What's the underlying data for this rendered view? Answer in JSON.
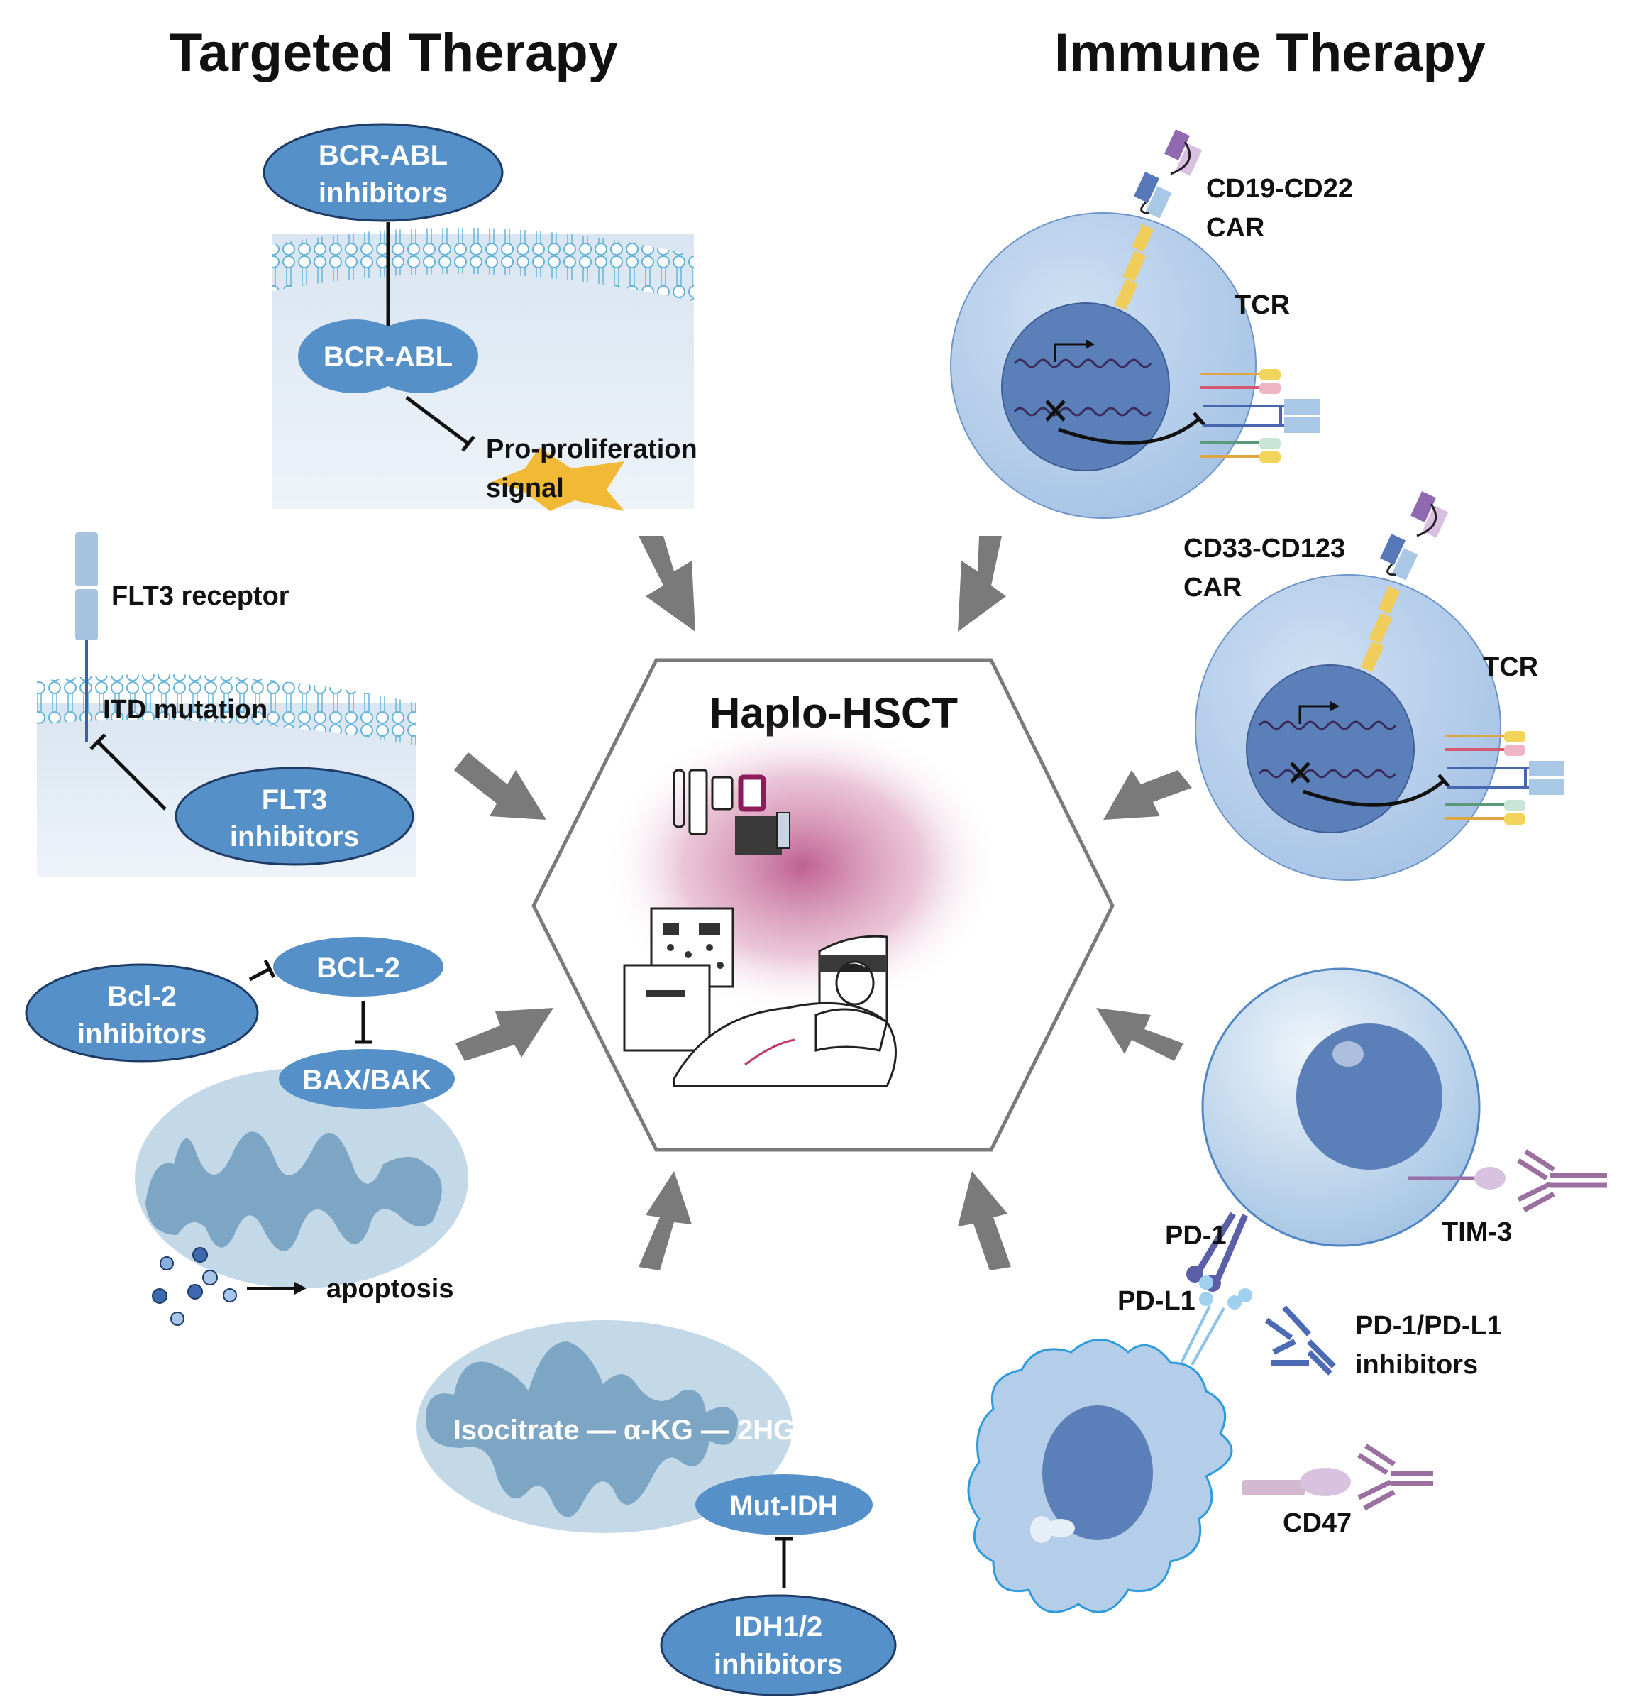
{
  "titles": {
    "left": "Targeted Therapy",
    "right": "Immune Therapy"
  },
  "center": {
    "title": "Haplo-HSCT",
    "illustration": "patient-in-hospital-bed-with-apheresis-machine"
  },
  "targeted": {
    "bcr_abl": {
      "inhibitor_line1": "BCR-ABL",
      "inhibitor_line2": "inhibitors",
      "target": "BCR-ABL",
      "signal_line1": "Pro-proliferation",
      "signal_line2": "signal"
    },
    "flt3": {
      "receptor": "FLT3 receptor",
      "mutation": "ITD mutation",
      "inhibitor_line1": "FLT3",
      "inhibitor_line2": "inhibitors"
    },
    "bcl2": {
      "inhibitor_line1": "Bcl-2",
      "inhibitor_line2": "inhibitors",
      "target": "BCL-2",
      "effector": "BAX/BAK",
      "outcome": "apoptosis"
    },
    "idh": {
      "pathway": "Isocitrate — α-KG — 2HG",
      "target": "Mut-IDH",
      "inhibitor_line1": "IDH1/2",
      "inhibitor_line2": "inhibitors"
    }
  },
  "immune": {
    "car1": {
      "label_line1": "CD19-CD22",
      "label_line2": "CAR",
      "tcr": "TCR"
    },
    "car2": {
      "label_line1": "CD33-CD123",
      "label_line2": "CAR",
      "tcr": "TCR"
    },
    "checkpoint": {
      "pd1": "PD-1",
      "pdl1": "PD-L1",
      "tim3": "TIM-3",
      "inhibitor_line1": "PD-1/PD-L1",
      "inhibitor_line2": "inhibitors",
      "cd47": "CD47"
    }
  },
  "colors": {
    "oval_fill": "#5590c8",
    "oval_stroke": "#1d3b66",
    "arrow": "#7a7a7a",
    "cell_outer": "#b4cde9",
    "cell_nucleus": "#5b7fb8",
    "mito_outer": "#c3d9e8",
    "mito_inner": "#7da6c4",
    "signal_star": "#f2b937",
    "highlight_pink": "#b4457e"
  }
}
